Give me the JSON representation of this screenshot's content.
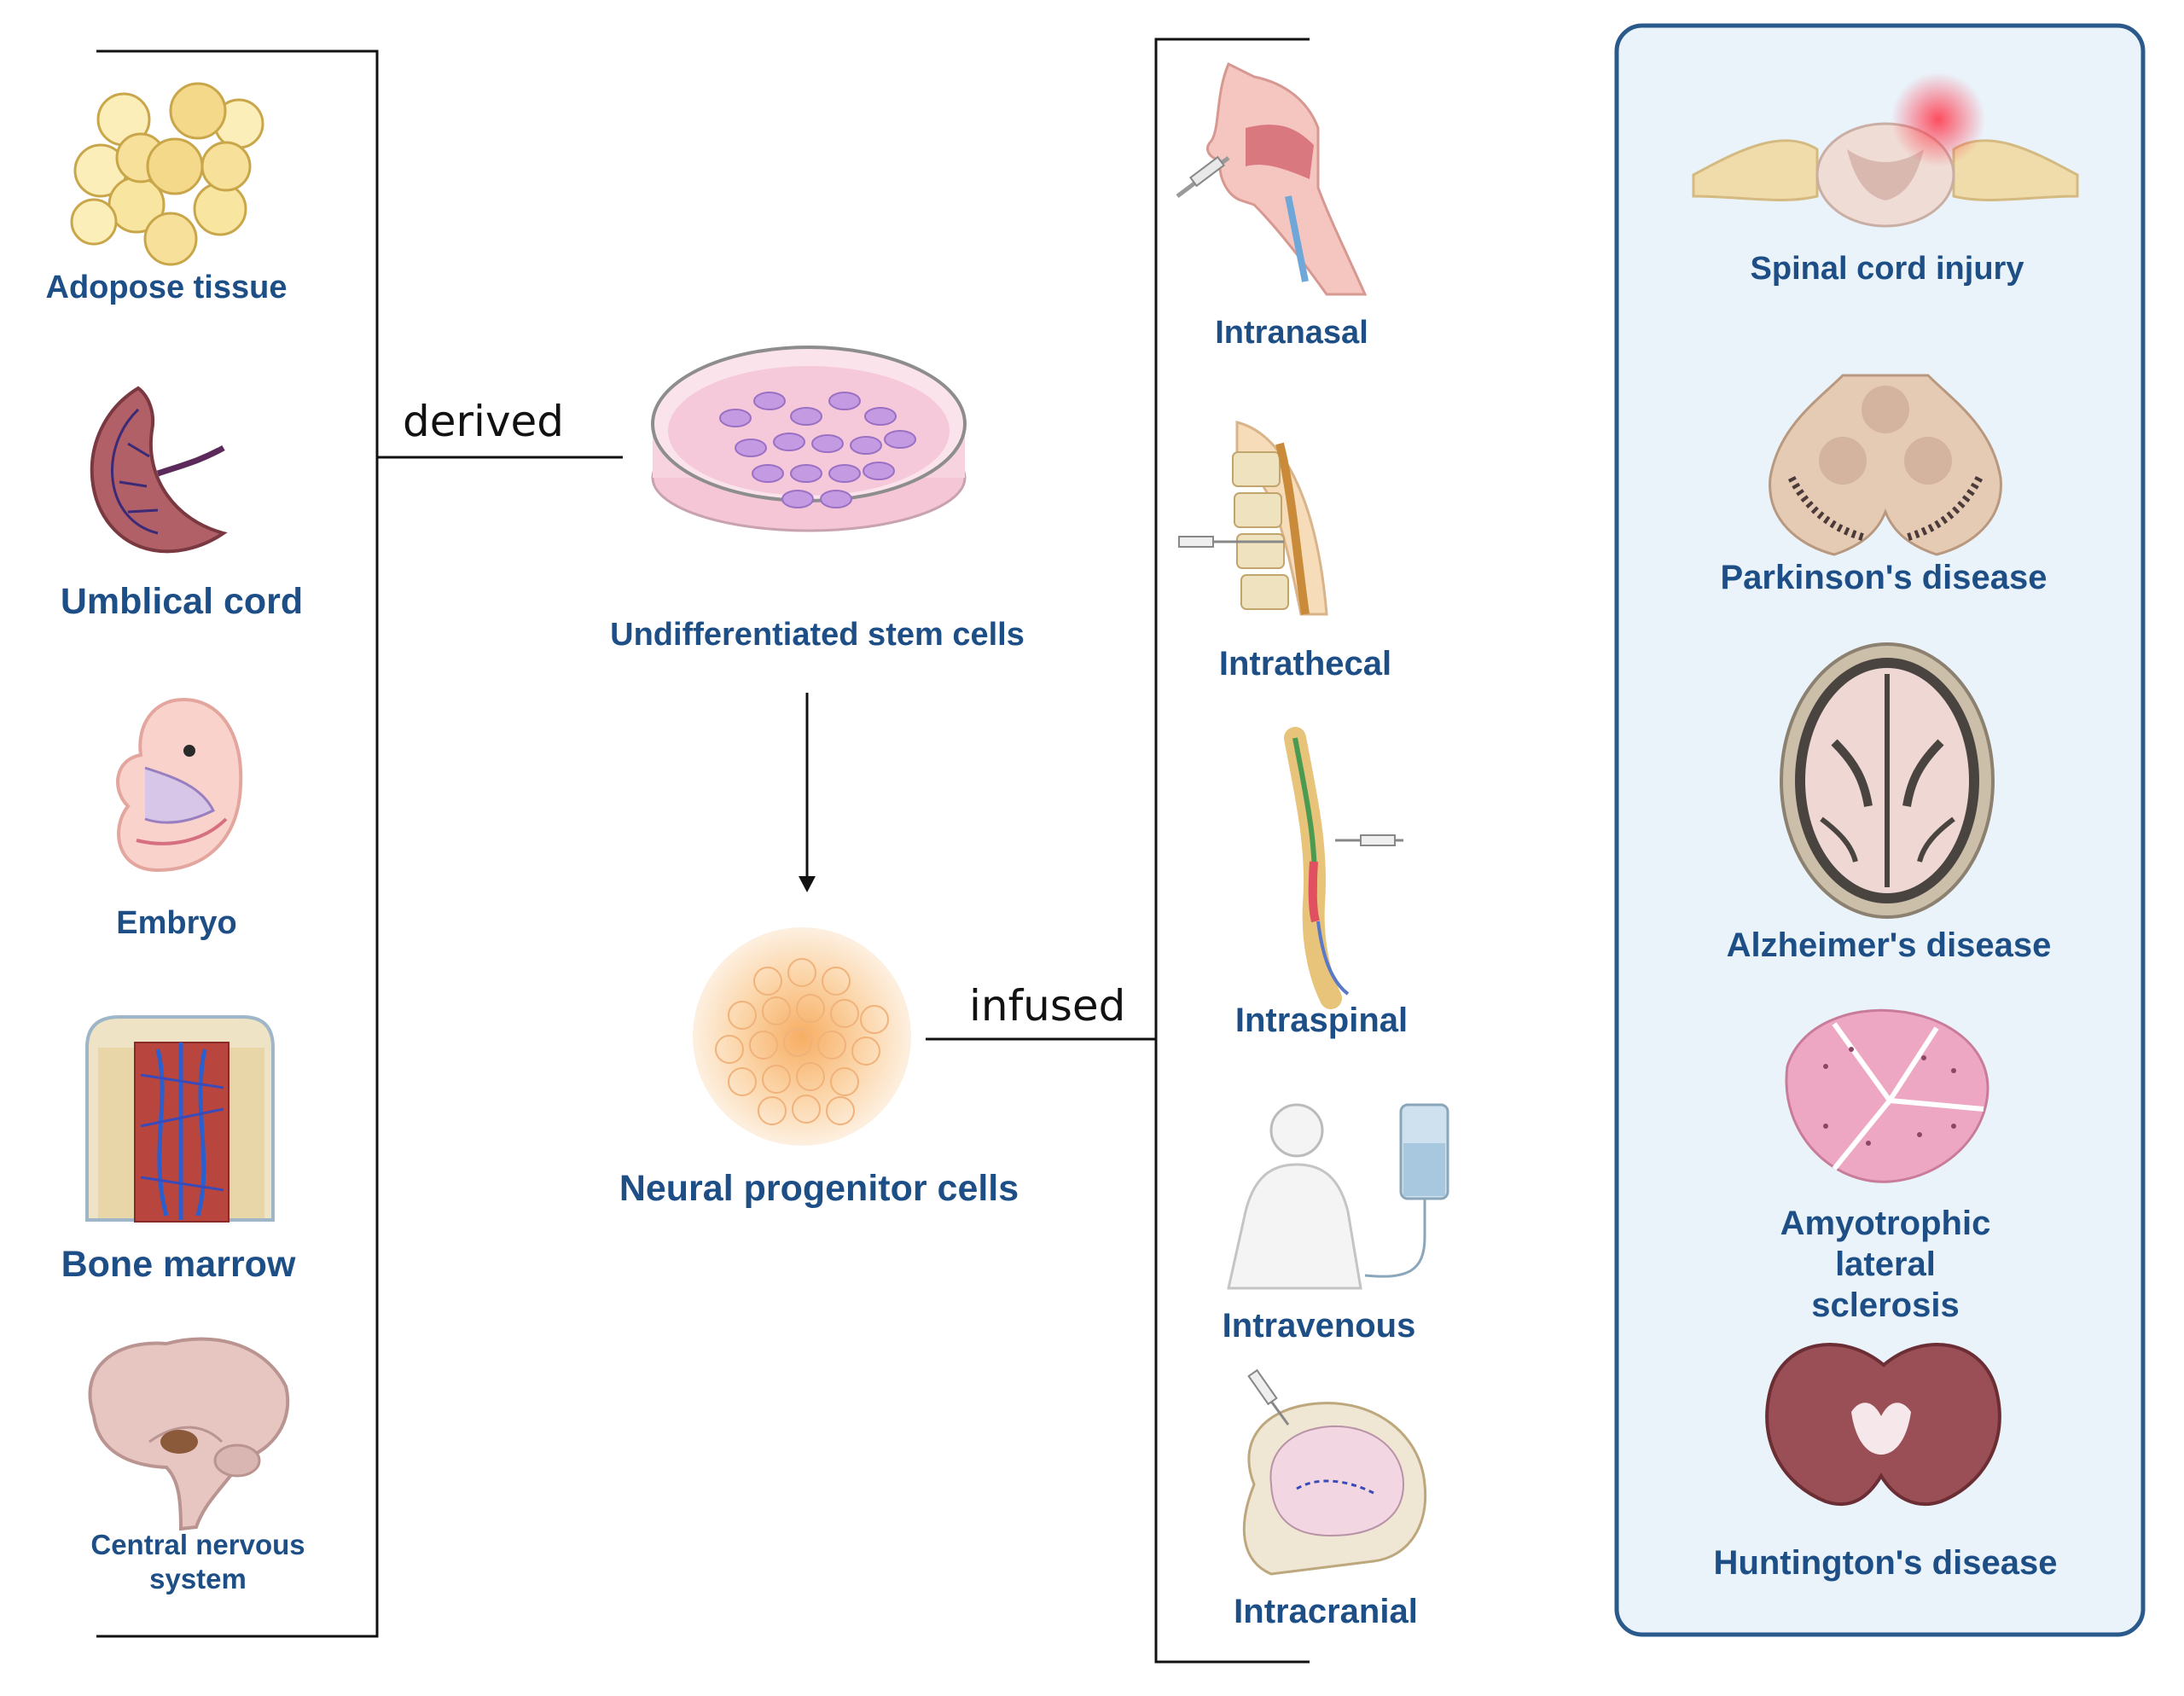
{
  "connectors": {
    "derived": "derived",
    "infused": "infused"
  },
  "sources": [
    {
      "label": "Adopose tissue",
      "icon": "adipose-tissue-icon"
    },
    {
      "label": "Umblical cord",
      "icon": "umbilical-cord-icon"
    },
    {
      "label": "Embryo",
      "icon": "embryo-icon"
    },
    {
      "label": "Bone marrow",
      "icon": "bone-marrow-icon"
    },
    {
      "label": "Central nervous\nsystem",
      "icon": "brain-sagittal-icon"
    }
  ],
  "cells": {
    "stem_label": "Undifferentiated stem cells",
    "npc_label": "Neural progenitor cells",
    "stem_icon": "petri-dish-icon",
    "npc_icon": "cell-cluster-icon"
  },
  "routes": [
    {
      "label": "Intranasal",
      "icon": "nasal-injection-icon"
    },
    {
      "label": "Intrathecal",
      "icon": "lumbar-injection-icon"
    },
    {
      "label": "Intraspinal",
      "icon": "spinal-injection-icon"
    },
    {
      "label": "Intravenous",
      "icon": "iv-drip-icon"
    },
    {
      "label": "Intracranial",
      "icon": "cranial-injection-icon"
    }
  ],
  "diseases": [
    {
      "label": "Spinal cord injury",
      "icon": "spinal-cord-injury-icon"
    },
    {
      "label": "Parkinson's disease",
      "icon": "midbrain-section-icon"
    },
    {
      "label": "Alzheimer's disease",
      "icon": "atrophied-brain-icon"
    },
    {
      "label": "Amyotrophic lateral\nsclerosis",
      "icon": "muscle-tissue-icon"
    },
    {
      "label": "Huntington's disease",
      "icon": "coronal-brain-icon"
    }
  ],
  "colors": {
    "label_blue": "#1d4f86",
    "panel_fill": "#eaf2fa",
    "panel_border": "#2a5a8c",
    "line": "#111111"
  }
}
